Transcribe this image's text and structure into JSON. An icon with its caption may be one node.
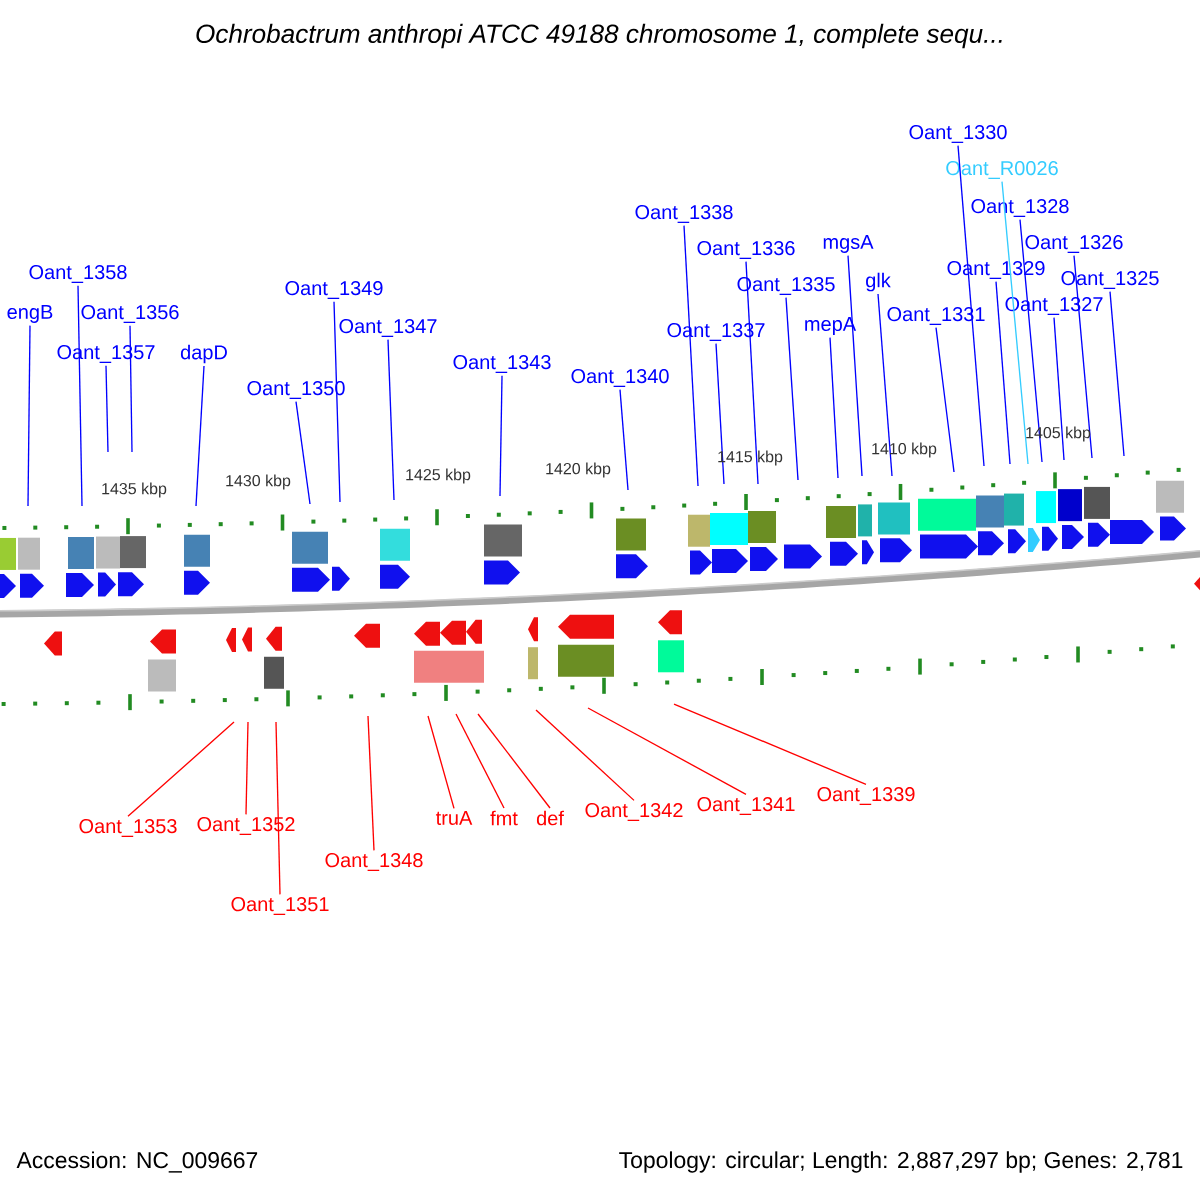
{
  "diagram": {
    "title": "Ochrobactrum anthropi ATCC 49188 chromosome 1, complete sequ...",
    "nodes": [
      {
        "text": [
          "Oant_1330"
        ]
      },
      {
        "text": [
          "Oant_R0026"
        ]
      },
      {
        "text": [
          "Oant_1328"
        ]
      },
      {
        "text": [
          "Oant_1338"
        ]
      },
      {
        "text": [
          "Oant_1358"
        ]
      },
      {
        "text": [
          "Oant_1336"
        ]
      },
      {
        "text": [
          "mgsA"
        ]
      },
      {
        "text": [
          "Oant_1326"
        ]
      },
      {
        "text": [
          "Oant_1329"
        ]
      },
      {
        "text": [
          "Oant_1349"
        ]
      },
      {
        "text": [
          "glk"
        ]
      },
      {
        "text": [
          "Oant_1335"
        ]
      },
      {
        "text": [
          "Oant_1325"
        ]
      },
      {
        "text": [
          "Oant_1327"
        ]
      },
      {
        "text": [
          "engB"
        ]
      },
      {
        "text": [
          "Oant_1356"
        ]
      },
      {
        "text": [
          "Oant_1331"
        ]
      },
      {
        "text": [
          "Oant_1347"
        ]
      },
      {
        "text": [
          "mepA"
        ]
      },
      {
        "text": [
          "Oant_1337"
        ]
      },
      {
        "text": [
          "Oant_1357"
        ]
      },
      {
        "text": [
          "dapD"
        ]
      },
      {
        "text": [
          "Oant_1343"
        ]
      },
      {
        "text": [
          "Oant_1340"
        ]
      },
      {
        "text": [
          "Oant_1350"
        ]
      },
      {
        "text": [
          "Oant_1339"
        ]
      },
      {
        "text": [
          "Oant_1341"
        ]
      },
      {
        "text": [
          "Oant_1342"
        ]
      },
      {
        "text": [
          "truA"
        ]
      },
      {
        "text": [
          "fmt"
        ]
      },
      {
        "text": [
          "def"
        ]
      },
      {
        "text": [
          "Oant_1352"
        ]
      },
      {
        "text": [
          "Oant_1353"
        ]
      },
      {
        "text": [
          "Oant_1348"
        ]
      },
      {
        "text": [
          "Oant_1351"
        ]
      }
    ],
    "edges": [
      {
        "from": 0,
        "to": null,
        "arrow": "none"
      },
      {
        "from": 1,
        "to": null,
        "arrow": "none",
        "color": "#33ccff"
      },
      {
        "from": 2,
        "to": null,
        "arrow": "none"
      },
      {
        "from": 3,
        "to": null,
        "arrow": "none"
      },
      {
        "from": 4,
        "to": null,
        "arrow": "none"
      },
      {
        "from": 5,
        "to": null,
        "arrow": "none"
      },
      {
        "from": 6,
        "to": null,
        "arrow": "none"
      },
      {
        "from": 7,
        "to": null,
        "arrow": "none"
      },
      {
        "from": 8,
        "to": null,
        "arrow": "none"
      },
      {
        "from": 9,
        "to": null,
        "arrow": "none"
      },
      {
        "from": 10,
        "to": null,
        "arrow": "none"
      },
      {
        "from": 11,
        "to": null,
        "arrow": "none"
      },
      {
        "from": 12,
        "to": null,
        "arrow": "none"
      },
      {
        "from": 13,
        "to": null,
        "arrow": "none"
      },
      {
        "from": 14,
        "to": null,
        "arrow": "none"
      },
      {
        "from": 15,
        "to": null,
        "arrow": "none"
      },
      {
        "from": 16,
        "to": null,
        "arrow": "none"
      },
      {
        "from": 17,
        "to": null,
        "arrow": "none"
      },
      {
        "from": 18,
        "to": null,
        "arrow": "none"
      },
      {
        "from": 19,
        "to": null,
        "arrow": "none"
      },
      {
        "from": 20,
        "to": null,
        "arrow": "none"
      },
      {
        "from": 21,
        "to": null,
        "arrow": "none"
      },
      {
        "from": 22,
        "to": null,
        "arrow": "none"
      },
      {
        "from": 23,
        "to": null,
        "arrow": "none"
      },
      {
        "from": 24,
        "to": null,
        "arrow": "none"
      },
      {
        "from": 25,
        "to": null,
        "arrow": "none",
        "color": "#ff0000"
      },
      {
        "from": 26,
        "to": null,
        "arrow": "none",
        "color": "#ff0000"
      },
      {
        "from": 27,
        "to": null,
        "arrow": "none",
        "color": "#ff0000"
      },
      {
        "from": 28,
        "to": null,
        "arrow": "none",
        "color": "#ff0000"
      },
      {
        "from": 29,
        "to": null,
        "arrow": "none",
        "color": "#ff0000"
      },
      {
        "from": 30,
        "to": null,
        "arrow": "none",
        "color": "#ff0000"
      },
      {
        "from": 31,
        "to": null,
        "arrow": "none",
        "color": "#ff0000"
      },
      {
        "from": 32,
        "to": null,
        "arrow": "none",
        "color": "#ff0000"
      },
      {
        "from": 33,
        "to": null,
        "arrow": "none",
        "color": "#ff0000"
      },
      {
        "from": 34,
        "to": null,
        "arrow": "none",
        "color": "#ff0000"
      }
    ],
    "labels": [
      "1435 kbp",
      "1430 kbp",
      "1425 kbp",
      "1420 kbp",
      "1415 kbp",
      "1410 kbp",
      "1405 kbp",
      "Accession: NC_009667",
      "Topology: circular; Length: 2,887,297 bp; Genes: 2,781"
    ]
  }
}
